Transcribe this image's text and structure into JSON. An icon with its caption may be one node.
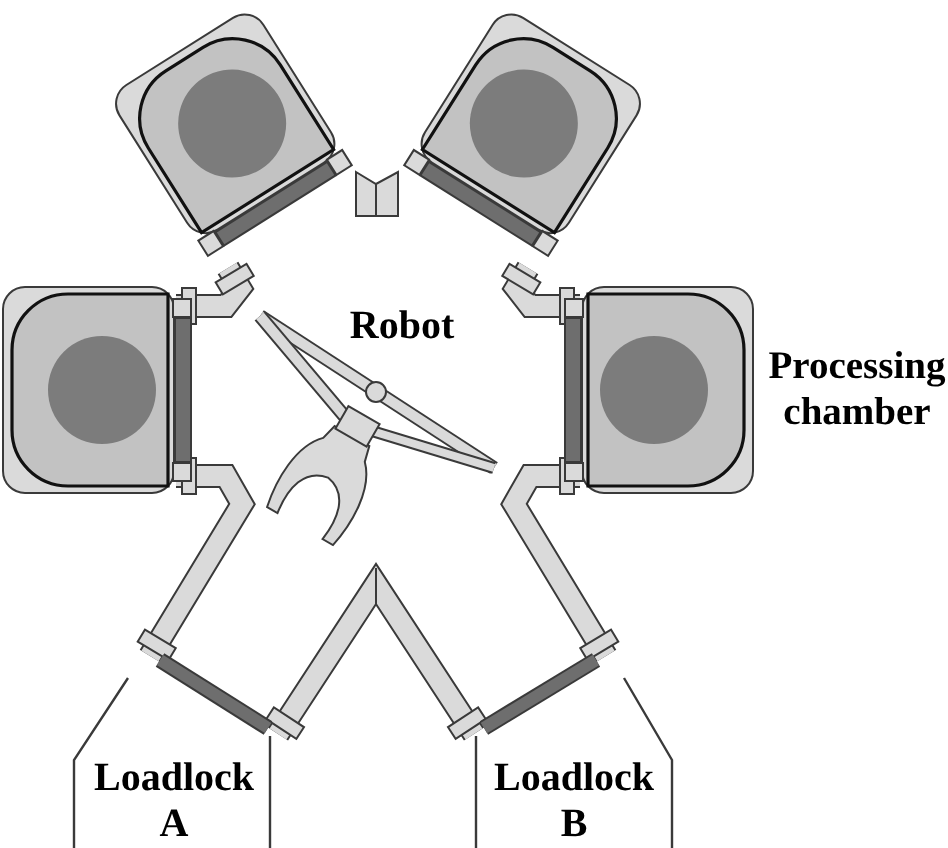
{
  "diagram": {
    "nodes": [
      {
        "text": [],
        "shape": "box"
      },
      {
        "text": [],
        "shape": "box"
      },
      {
        "text": [],
        "shape": "box"
      },
      {
        "text": [
          "Robot"
        ]
      },
      {
        "text": [],
        "shape": "box",
        "beside": [
          "Processing chamber"
        ]
      },
      {
        "text": [
          "Loadlock A"
        ]
      },
      {
        "text": [
          "Loadlock B"
        ]
      }
    ]
  }
}
